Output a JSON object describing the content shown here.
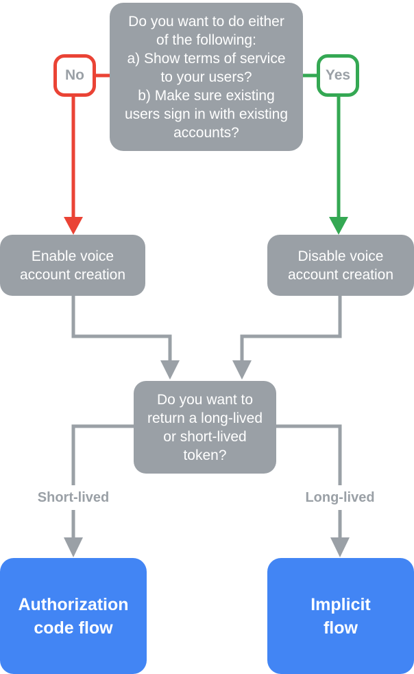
{
  "colors": {
    "gray": "#9AA0A6",
    "red": "#EA4335",
    "green": "#34A853",
    "blue": "#4285F4",
    "white": "#FFFFFF",
    "box_text": "#FFFFFF",
    "label_text": "#9AA0A6",
    "background": "#FFFFFF"
  },
  "nodes": {
    "question_top": "Do you want to do either\nof the following:\na) Show terms of service\nto your users?\nb) Make sure existing\nusers sign in with existing\naccounts?",
    "no_label": "No",
    "yes_label": "Yes",
    "enable_voice": "Enable voice\naccount creation",
    "disable_voice": "Disable voice\naccount creation",
    "question_token": "Do you want to\nreturn a long-lived\nor short-lived\ntoken?",
    "short_lived_label": "Short-lived",
    "long_lived_label": "Long-lived",
    "auth_code_flow": "Authorization\ncode flow",
    "implicit_flow": "Implicit\nflow"
  }
}
